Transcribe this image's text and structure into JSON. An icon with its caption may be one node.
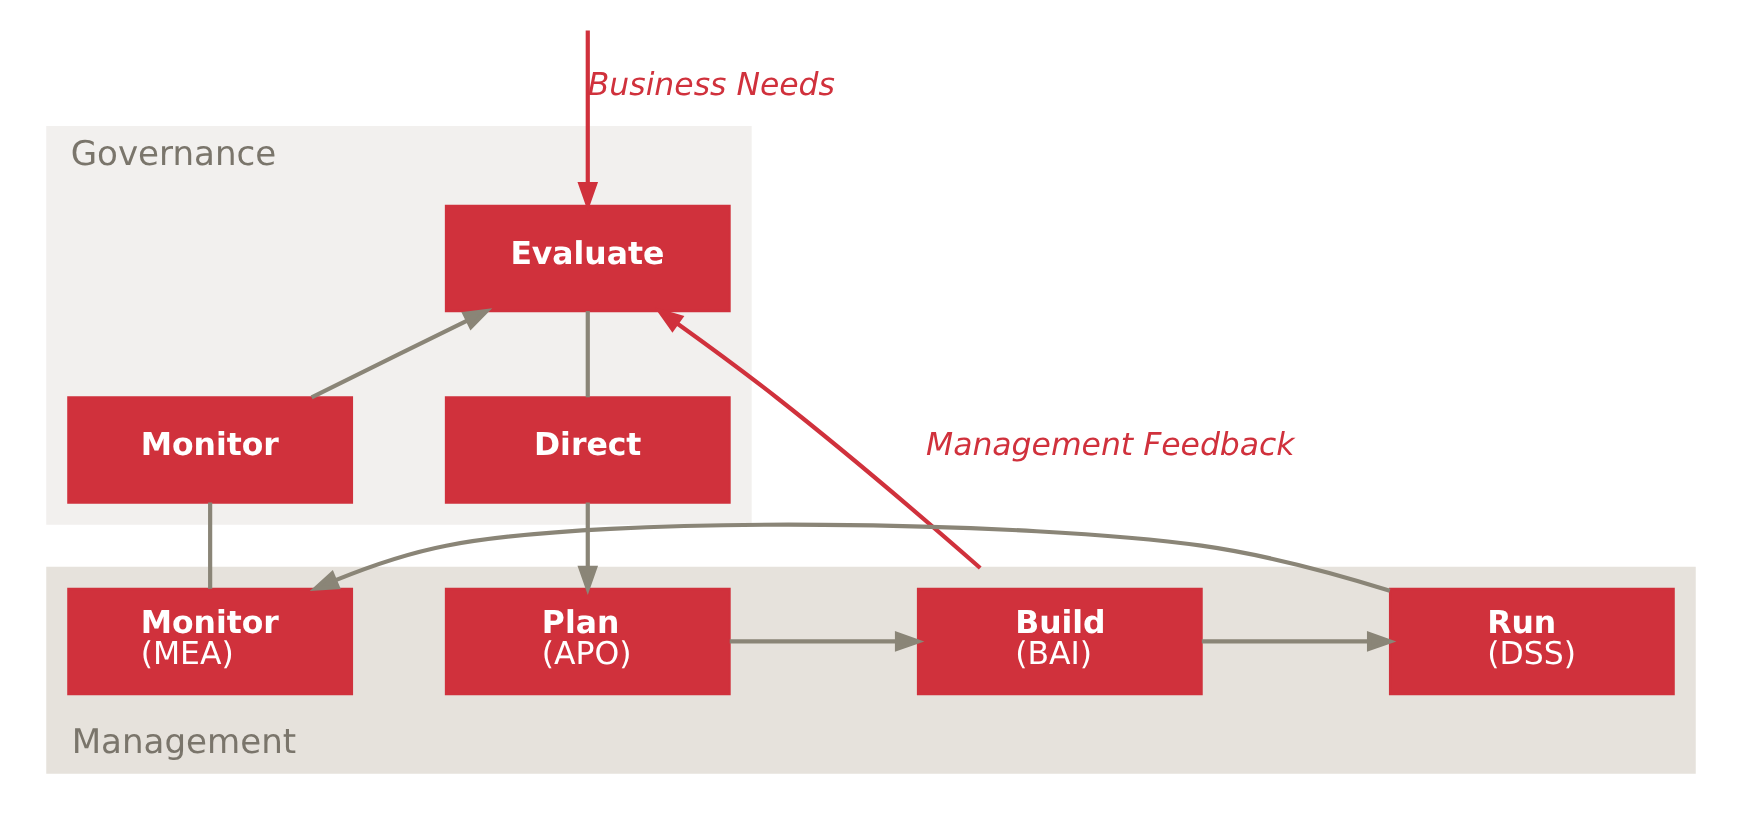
{
  "diagram": {
    "nodes": [
      {
        "text": [
          "Governance"
        ]
      },
      {
        "text": [
          "Evaluate"
        ],
        "in": 0
      },
      {
        "text": [
          "Direct"
        ],
        "in": 0
      },
      {
        "text": [
          "Monitor"
        ],
        "in": 0
      },
      {
        "text": [
          "Management"
        ]
      },
      {
        "text": [
          "Plan",
          "(APO)"
        ],
        "in": 4
      },
      {
        "text": [
          "Build",
          "(BAI)"
        ],
        "in": 4
      },
      {
        "text": [
          "Run",
          "(DSS)"
        ],
        "in": 4
      },
      {
        "text": [
          "Monitor",
          "(MEA)"
        ],
        "in": 4
      }
    ],
    "edges": [
      {
        "from": null,
        "to": 1,
        "arrow": "to",
        "label": "Business Needs",
        "color": "#d0313c"
      },
      {
        "from": 1,
        "to": 2,
        "arrow": "none"
      },
      {
        "from": 2,
        "to": 5,
        "arrow": "to"
      },
      {
        "from": 4,
        "to": 1,
        "arrow": "to",
        "label": "Management Feedback",
        "color": "#d0313c"
      },
      {
        "from": 8,
        "to": 3,
        "arrow": "none"
      },
      {
        "from": 3,
        "to": 1,
        "arrow": "to"
      },
      {
        "from": 5,
        "to": 6,
        "arrow": "to"
      },
      {
        "from": 6,
        "to": 7,
        "arrow": "to"
      },
      {
        "from": 7,
        "to": 8,
        "arrow": "to"
      }
    ]
  }
}
